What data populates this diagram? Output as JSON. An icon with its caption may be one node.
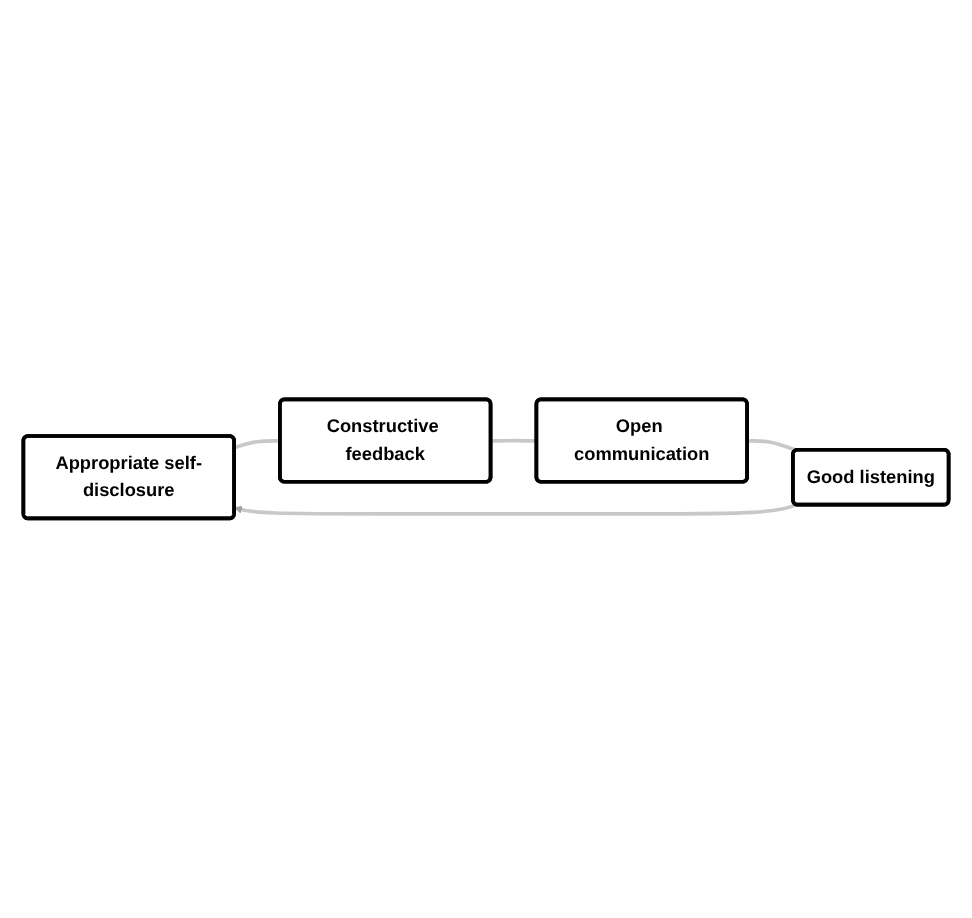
{
  "diagram": {
    "nodes": [
      {
        "text": [
          "Appropriate self-disclosure"
        ]
      },
      {
        "text": [
          "Good listening"
        ]
      },
      {
        "text": [
          "Constructive feedback"
        ]
      },
      {
        "text": [
          "Open communication"
        ]
      }
    ],
    "edges": [
      {
        "from": 0,
        "to": 2,
        "arrow": "none"
      },
      {
        "from": 2,
        "to": 3,
        "arrow": "none"
      },
      {
        "from": 3,
        "to": 1,
        "arrow": "none"
      },
      {
        "from": 1,
        "to": 0,
        "arrow": "to"
      }
    ]
  }
}
